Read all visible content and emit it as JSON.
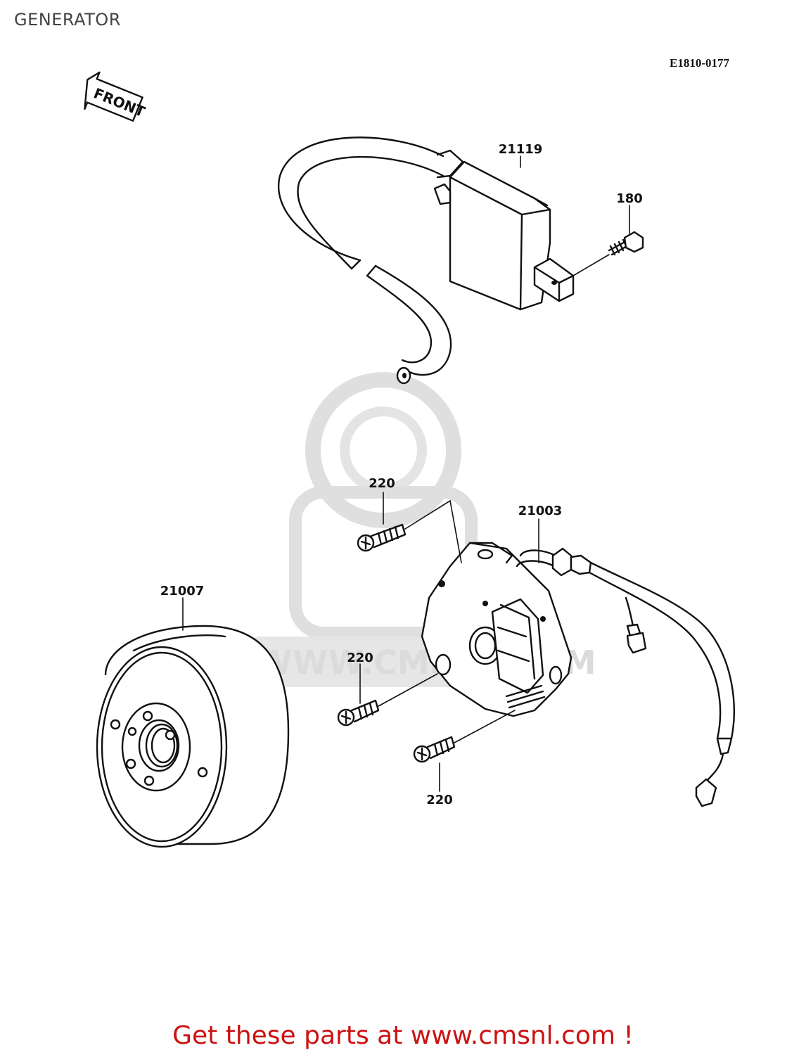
{
  "header": {
    "title": "GENERATOR",
    "diagram_code": "E1810-0177"
  },
  "front_arrow": {
    "label": "FRONT"
  },
  "callouts": {
    "ignition_coil": "21119",
    "coil_bolt": "180",
    "stator_screw_top": "220",
    "stator": "21003",
    "rotor": "21007",
    "stator_screw_middle": "220",
    "stator_screw_bottom": "220"
  },
  "watermark": {
    "text": "WWW.CMSNL.COM",
    "color": "#d8d8d8"
  },
  "footer": {
    "link_text": "Get these parts at www.cmsnl.com !",
    "link_color": "#cc1111"
  }
}
